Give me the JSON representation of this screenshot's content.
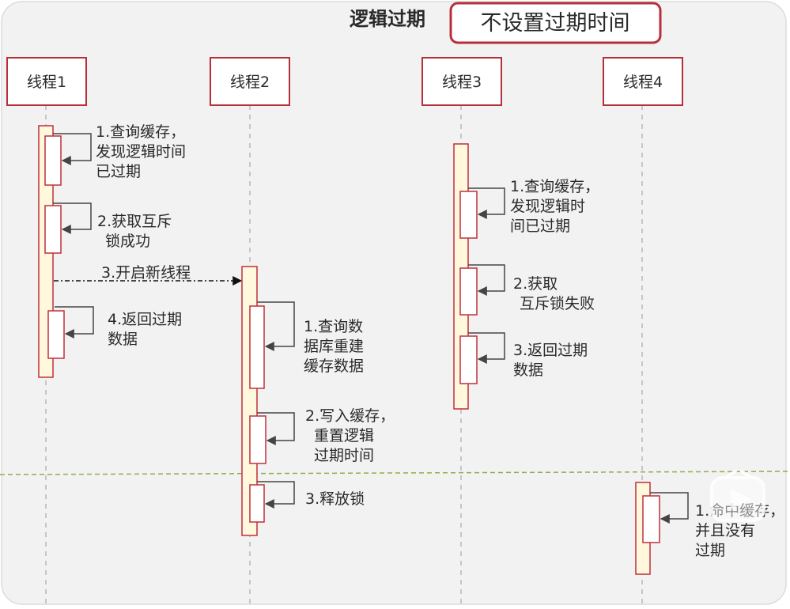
{
  "header": {
    "title": "逻辑过期",
    "badge": "不设置过期时间"
  },
  "threads": [
    "线程1",
    "线程2",
    "线程3",
    "线程4"
  ],
  "thread1": {
    "step1": [
      "1.查询缓存，",
      "发现逻辑时间",
      "已过期"
    ],
    "step2": [
      "2.获取互斥",
      "锁成功"
    ],
    "step3": "3.开启新线程",
    "step4": [
      "4.返回过期",
      "数据"
    ]
  },
  "thread2": {
    "step1": [
      "1.查询数",
      "据库重建",
      "缓存数据"
    ],
    "step2": [
      "2.写入缓存，",
      "重置逻辑",
      "过期时间"
    ],
    "step3": "3.释放锁"
  },
  "thread3": {
    "step1": [
      "1.查询缓存，",
      "发现逻辑时",
      "间已过期"
    ],
    "step2": [
      "2.获取",
      "互斥锁失败"
    ],
    "step3": [
      "3.返回过期",
      "数据"
    ]
  },
  "thread4": {
    "step1": [
      "1.命中缓存，",
      "并且没有",
      "过期"
    ]
  },
  "colors": {
    "frame_red": "#b5303a",
    "activation_fill": "#fff8dc",
    "activation_stroke": "#c0303a",
    "divider": "#8cb04a",
    "lifeline": "#b8b8b8",
    "arrow": "#444444"
  }
}
